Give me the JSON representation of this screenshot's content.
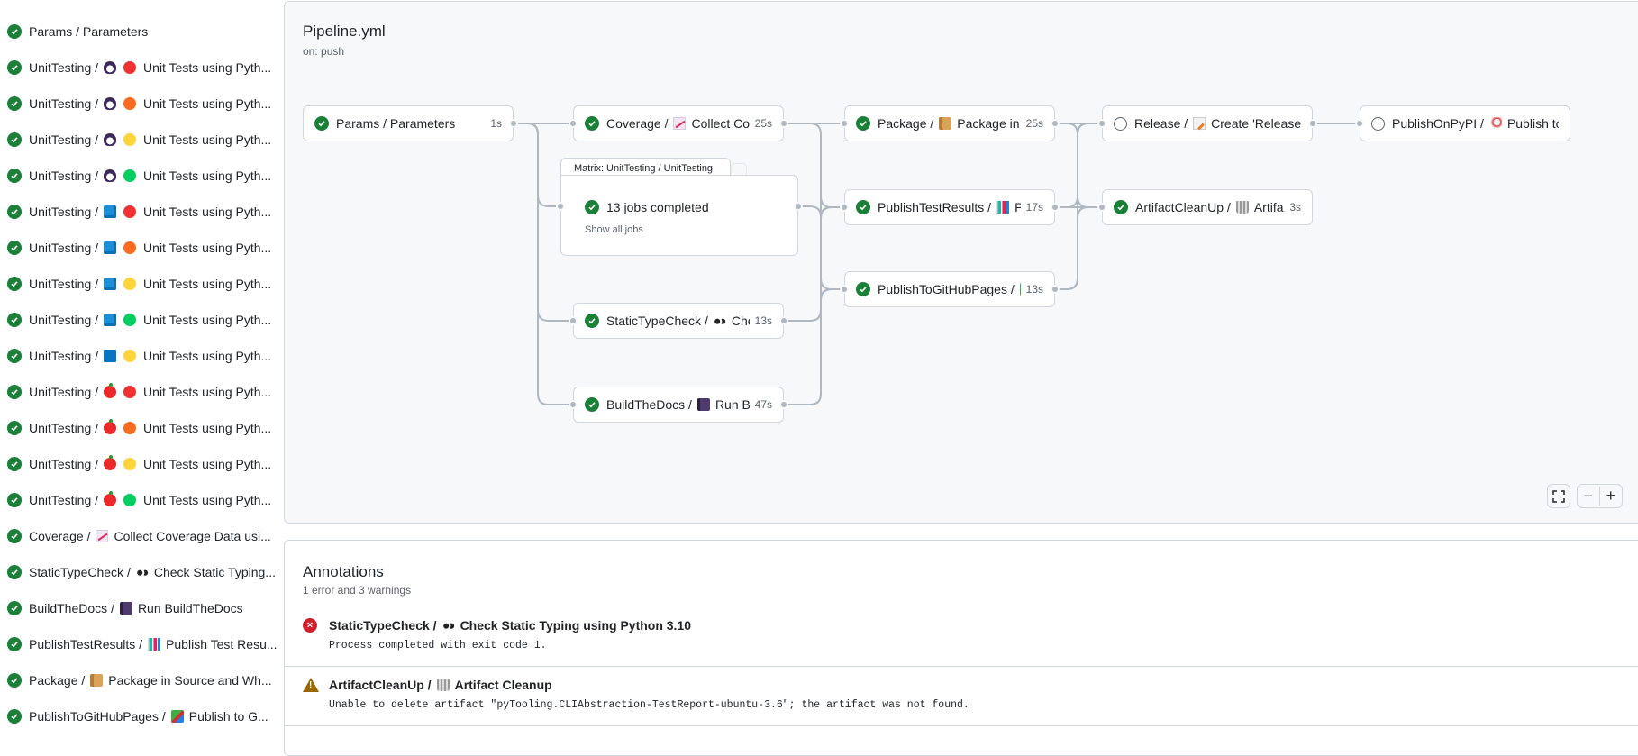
{
  "colors": {
    "success": "#1a7f37",
    "error": "#cf222e",
    "warning": "#9a6700",
    "edge": "#afb8c1",
    "py_red": "#f03131",
    "py_orange": "#ff6b1f",
    "py_yellow": "#ffd43b",
    "py_green": "#00cf5f"
  },
  "sidebar": {
    "items": [
      {
        "status": "success",
        "job": "Params / Parameters",
        "os": "",
        "py": "",
        "icon": "",
        "label": ""
      },
      {
        "status": "success",
        "job": "UnitTesting /",
        "os": "linux",
        "py": "py_red",
        "icon": "",
        "label": "Unit Tests using Pyth..."
      },
      {
        "status": "success",
        "job": "UnitTesting /",
        "os": "linux",
        "py": "py_orange",
        "icon": "",
        "label": "Unit Tests using Pyth..."
      },
      {
        "status": "success",
        "job": "UnitTesting /",
        "os": "linux",
        "py": "py_yellow",
        "icon": "",
        "label": "Unit Tests using Pyth..."
      },
      {
        "status": "success",
        "job": "UnitTesting /",
        "os": "linux",
        "py": "py_green",
        "icon": "",
        "label": "Unit Tests using Pyth..."
      },
      {
        "status": "success",
        "job": "UnitTesting /",
        "os": "macos",
        "py": "py_red",
        "icon": "",
        "label": "Unit Tests using Pyth..."
      },
      {
        "status": "success",
        "job": "UnitTesting /",
        "os": "macos",
        "py": "py_orange",
        "icon": "",
        "label": "Unit Tests using Pyth..."
      },
      {
        "status": "success",
        "job": "UnitTesting /",
        "os": "macos",
        "py": "py_yellow",
        "icon": "",
        "label": "Unit Tests using Pyth..."
      },
      {
        "status": "success",
        "job": "UnitTesting /",
        "os": "macos",
        "py": "py_green",
        "icon": "",
        "label": "Unit Tests using Pyth..."
      },
      {
        "status": "success",
        "job": "UnitTesting /",
        "os": "windows",
        "py": "py_yellow",
        "icon": "",
        "label": "Unit Tests using Pyth..."
      },
      {
        "status": "success",
        "job": "UnitTesting /",
        "os": "apple",
        "py": "py_red",
        "icon": "",
        "label": "Unit Tests using Pyth..."
      },
      {
        "status": "success",
        "job": "UnitTesting /",
        "os": "apple",
        "py": "py_orange",
        "icon": "",
        "label": "Unit Tests using Pyth..."
      },
      {
        "status": "success",
        "job": "UnitTesting /",
        "os": "apple",
        "py": "py_yellow",
        "icon": "",
        "label": "Unit Tests using Pyth..."
      },
      {
        "status": "success",
        "job": "UnitTesting /",
        "os": "apple",
        "py": "py_green",
        "icon": "",
        "label": "Unit Tests using Pyth..."
      },
      {
        "status": "success",
        "job": "Coverage /",
        "os": "",
        "py": "",
        "icon": "coverage",
        "label": "Collect Coverage Data usi..."
      },
      {
        "status": "success",
        "job": "StaticTypeCheck /",
        "os": "",
        "py": "",
        "icon": "eyes",
        "label": "Check Static Typing..."
      },
      {
        "status": "success",
        "job": "BuildTheDocs /",
        "os": "",
        "py": "",
        "icon": "notebook",
        "label": "Run BuildTheDocs"
      },
      {
        "status": "success",
        "job": "PublishTestResults /",
        "os": "",
        "py": "",
        "icon": "barchart",
        "label": "Publish Test Resu..."
      },
      {
        "status": "success",
        "job": "Package /",
        "os": "",
        "py": "",
        "icon": "package",
        "label": "Package in Source and Wh..."
      },
      {
        "status": "success",
        "job": "PublishToGitHubPages /",
        "os": "",
        "py": "",
        "icon": "books",
        "label": "Publish to G..."
      }
    ]
  },
  "graph": {
    "title": "Pipeline.yml",
    "trigger": "on: push",
    "nodes": {
      "params": {
        "status": "success",
        "job": "Params / Parameters",
        "icon": "",
        "label": "",
        "duration": "1s"
      },
      "coverage": {
        "status": "success",
        "job": "Coverage /",
        "icon": "coverage",
        "label": "Collect Cove...",
        "duration": "25s"
      },
      "package": {
        "status": "success",
        "job": "Package /",
        "icon": "package",
        "label": "Package in So...",
        "duration": "25s"
      },
      "release": {
        "status": "pending",
        "job": "Release /",
        "icon": "memo",
        "label": "Create 'Release P...",
        "duration": ""
      },
      "pypi": {
        "status": "pending",
        "job": "PublishOnPyPI /",
        "icon": "rocket",
        "label": "Publish to ...",
        "duration": ""
      },
      "ptr": {
        "status": "success",
        "job": "PublishTestResults /",
        "icon": "barchart",
        "label": "Pu...",
        "duration": "17s"
      },
      "artifact": {
        "status": "success",
        "job": "ArtifactCleanUp /",
        "icon": "trash",
        "label": "Artifac...",
        "duration": "3s"
      },
      "ghpages": {
        "status": "success",
        "job": "PublishToGitHubPages /",
        "icon": "books",
        "label": "...",
        "duration": "13s"
      },
      "static": {
        "status": "success",
        "job": "StaticTypeCheck /",
        "icon": "eyes",
        "label": "Chec...",
        "duration": "13s"
      },
      "docs": {
        "status": "success",
        "job": "BuildTheDocs /",
        "icon": "notebook",
        "label": "Run Buil...",
        "duration": "47s"
      }
    },
    "matrix": {
      "title": "Matrix: UnitTesting / UnitTesting",
      "summary": "13 jobs completed",
      "show_all": "Show all jobs"
    },
    "needs": [
      [
        "params",
        "coverage"
      ],
      [
        "params",
        "matrix"
      ],
      [
        "params",
        "static"
      ],
      [
        "params",
        "docs"
      ],
      [
        "coverage",
        "package"
      ],
      [
        "coverage",
        "ghpages"
      ],
      [
        "matrix",
        "ptr"
      ],
      [
        "static",
        "ghpages"
      ],
      [
        "docs",
        "ghpages"
      ],
      [
        "static",
        "artifact"
      ],
      [
        "docs",
        "artifact"
      ],
      [
        "package",
        "release"
      ],
      [
        "package",
        "artifact"
      ],
      [
        "ptr",
        "release"
      ],
      [
        "ptr",
        "artifact"
      ],
      [
        "ghpages",
        "release"
      ],
      [
        "ghpages",
        "artifact"
      ],
      [
        "release",
        "pypi"
      ]
    ],
    "controls": {
      "fullscreen": "fullscreen-icon",
      "zoom_out": "−",
      "zoom_in": "+"
    }
  },
  "annotations": {
    "title": "Annotations",
    "summary": "1 error and 3 warnings",
    "items": [
      {
        "level": "error",
        "job": "StaticTypeCheck /",
        "icon": "eyes",
        "title": "Check Static Typing using Python 3.10",
        "message": "Process completed with exit code 1."
      },
      {
        "level": "warning",
        "job": "ArtifactCleanUp /",
        "icon": "trash",
        "title": "Artifact Cleanup",
        "message": "Unable to delete artifact \"pyTooling.CLIAbstraction-TestReport-ubuntu-3.6\"; the artifact was not found."
      }
    ]
  }
}
